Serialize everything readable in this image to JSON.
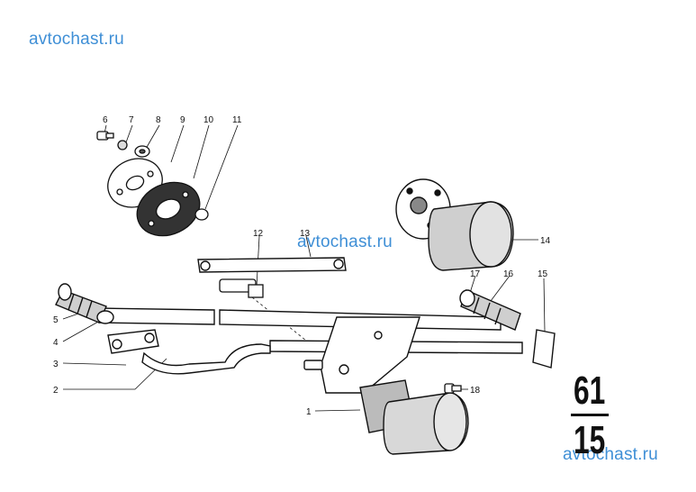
{
  "watermarks": {
    "top": "avtochast.ru",
    "middle": "avtochast.ru",
    "bottom": "avtochast.ru"
  },
  "page_number": {
    "group": "61",
    "sheet": "15"
  },
  "callouts": {
    "c1": "1",
    "c2": "2",
    "c3": "3",
    "c4": "4",
    "c5": "5",
    "c6": "6",
    "c7": "7",
    "c8": "8",
    "c9": "9",
    "c10": "10",
    "c11": "11",
    "c12": "12",
    "c13": "13",
    "c14": "14",
    "c15": "15",
    "c16": "16",
    "c17": "17",
    "c18": "18"
  },
  "colors": {
    "watermark": "#3f8fd6",
    "ink": "#111111"
  }
}
